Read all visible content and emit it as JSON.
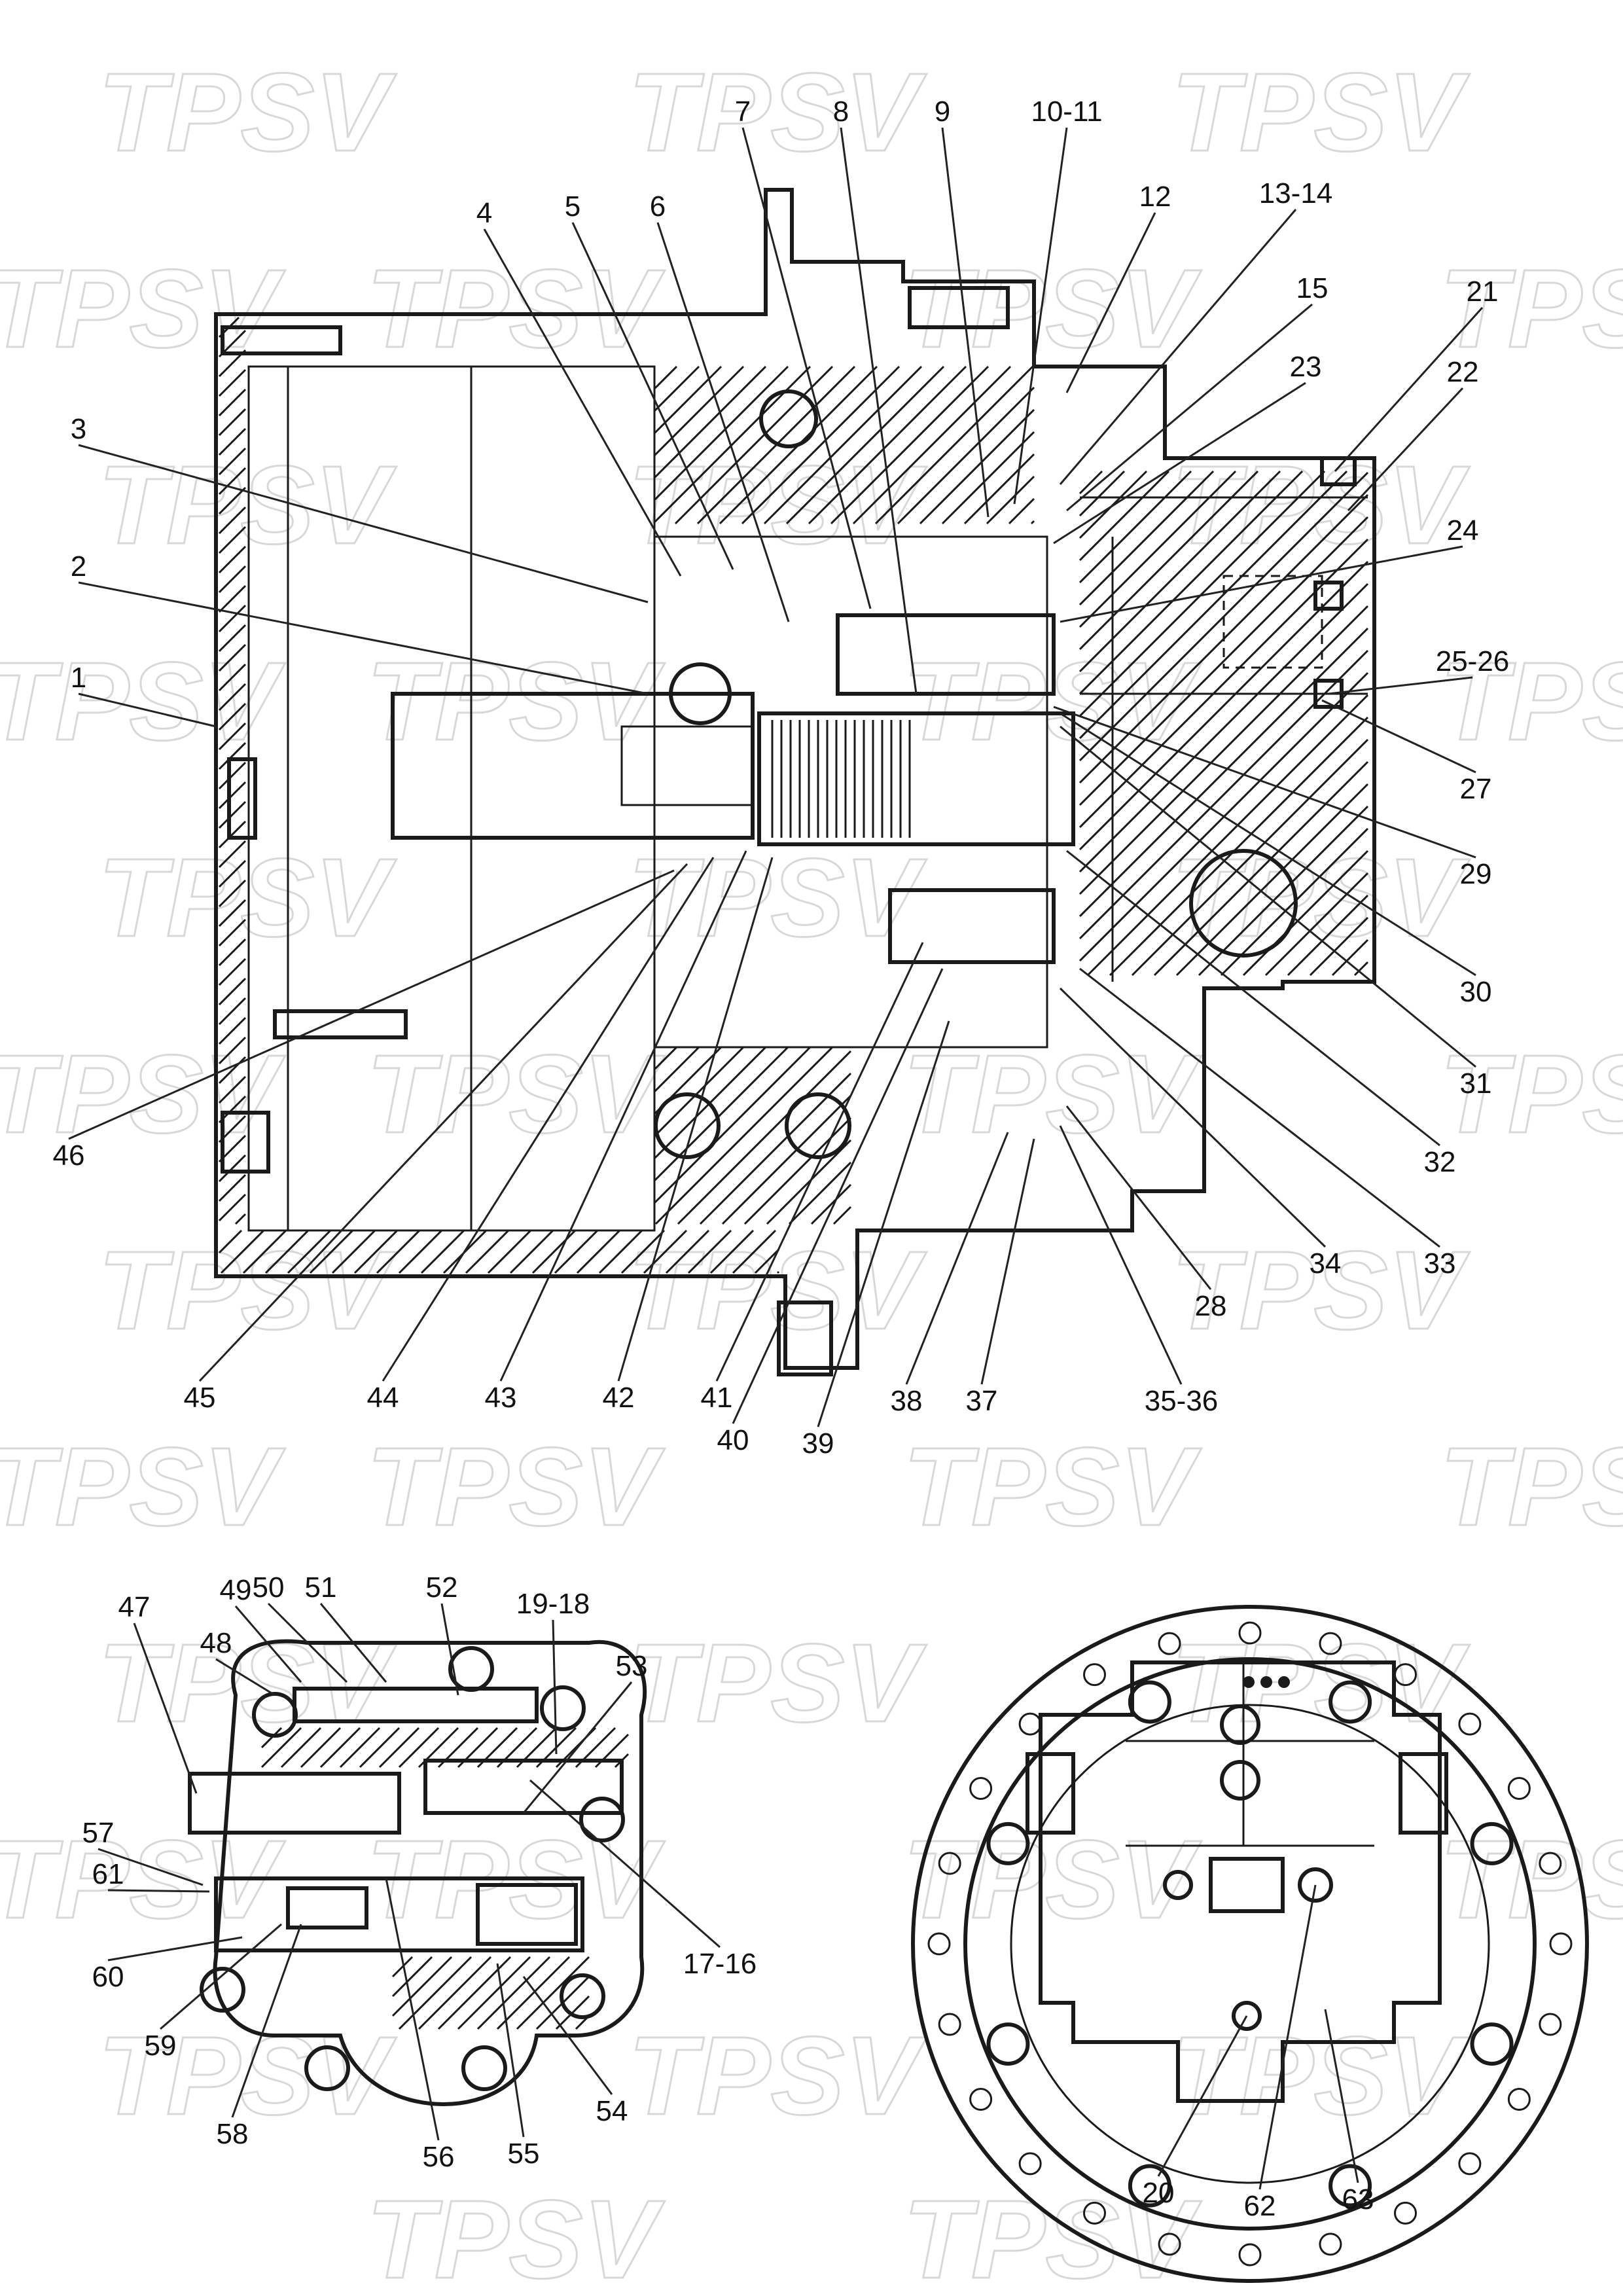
{
  "watermark": {
    "text": "TPSV",
    "color": "#d8d8d8"
  },
  "diagram": {
    "ink_color": "#1a1a1a",
    "callouts": [
      "1",
      "2",
      "3",
      "4",
      "5",
      "6",
      "7",
      "8",
      "9",
      "10-11",
      "12",
      "13-14",
      "15",
      "21",
      "22",
      "23",
      "24",
      "25-26",
      "27",
      "29",
      "30",
      "31",
      "32",
      "33",
      "34",
      "28",
      "35-36",
      "37",
      "38",
      "39",
      "40",
      "41",
      "42",
      "43",
      "44",
      "45",
      "46",
      "47",
      "48",
      "49",
      "50",
      "51",
      "52",
      "19-18",
      "53",
      "57",
      "61",
      "60",
      "59",
      "58",
      "56",
      "55",
      "54",
      "17-16",
      "20",
      "62",
      "63"
    ]
  }
}
